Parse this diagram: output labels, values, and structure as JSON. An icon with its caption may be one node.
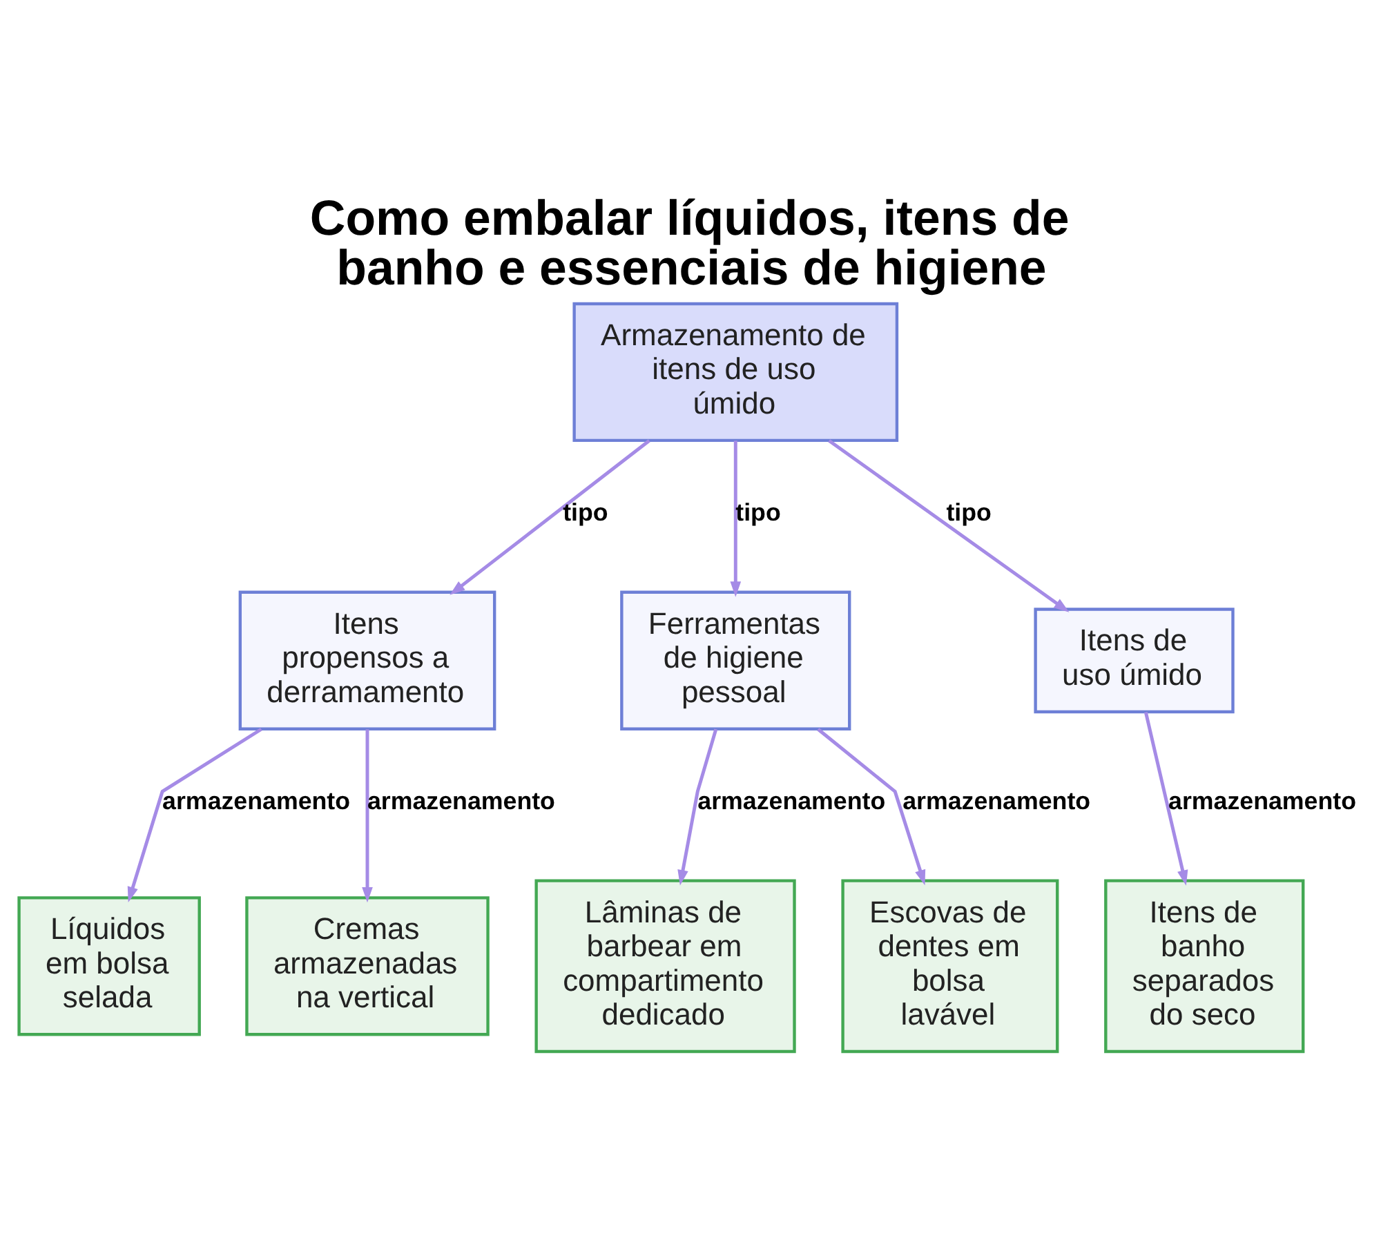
{
  "diagram": {
    "title": "Como embalar líquidos, itens de banho e essenciais de higiene",
    "nodes": [
      {
        "text": [
          "Armazenamento de itens de uso úmido"
        ]
      },
      {
        "text": [
          "Itens propensos a derramamento"
        ]
      },
      {
        "text": [
          "Ferramentas de higiene pessoal"
        ]
      },
      {
        "text": [
          "Itens de uso úmido"
        ]
      },
      {
        "text": [
          "Líquidos em bolsa selada"
        ]
      },
      {
        "text": [
          "Cremas armazenadas na vertical"
        ]
      },
      {
        "text": [
          "Lâminas de barbear em compartimento dedicado"
        ]
      },
      {
        "text": [
          "Escovas de dentes em bolsa lavável"
        ]
      },
      {
        "text": [
          "Itens de banho separados do seco"
        ]
      }
    ],
    "edges": [
      {
        "from": 0,
        "to": 1,
        "arrow": "to",
        "label": "tipo"
      },
      {
        "from": 0,
        "to": 2,
        "arrow": "to",
        "label": "tipo"
      },
      {
        "from": 0,
        "to": 3,
        "arrow": "to",
        "label": "tipo"
      },
      {
        "from": 1,
        "to": 4,
        "arrow": "to",
        "label": "armazenamento"
      },
      {
        "from": 1,
        "to": 5,
        "arrow": "to",
        "label": "armazenamento"
      },
      {
        "from": 2,
        "to": 6,
        "arrow": "to",
        "label": "armazenamento"
      },
      {
        "from": 2,
        "to": 7,
        "arrow": "to",
        "label": "armazenamento"
      },
      {
        "from": 3,
        "to": 8,
        "arrow": "to",
        "label": "armazenamento"
      }
    ]
  }
}
